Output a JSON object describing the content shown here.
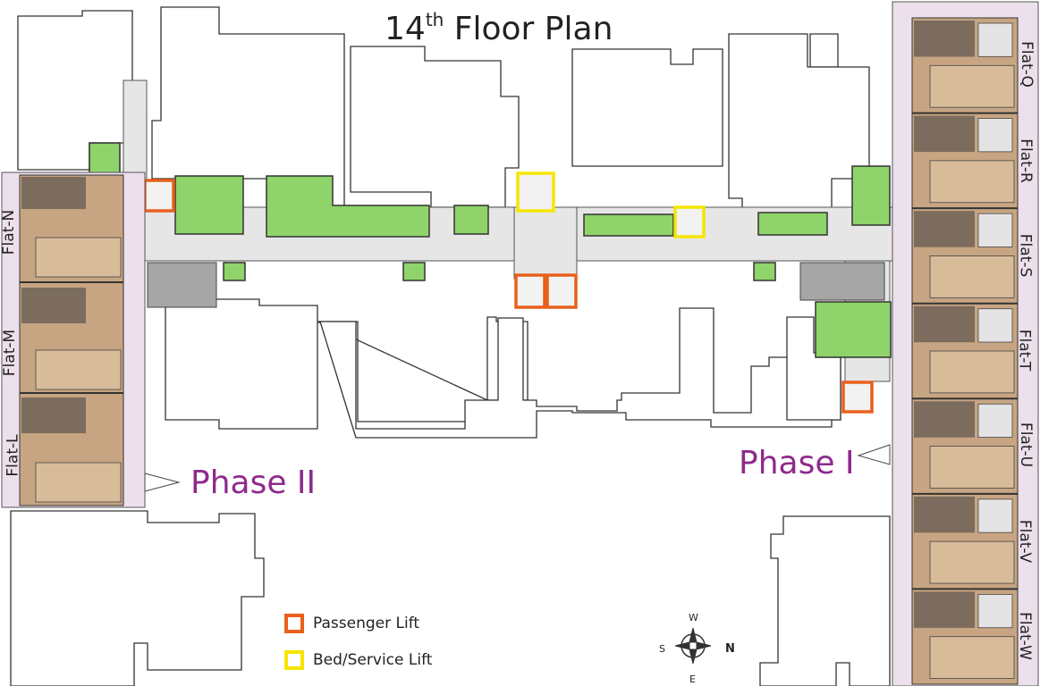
{
  "title": {
    "main": "14",
    "sup": "th",
    "rest": " Floor Plan"
  },
  "phases": {
    "phase1": "Phase I",
    "phase2": "Phase II"
  },
  "flats_left": [
    "Flat-N",
    "Flat-M",
    "Flat-L"
  ],
  "flats_right": [
    "Flat-Q",
    "Flat-R",
    "Flat-S",
    "Flat-T",
    "Flat-U",
    "Flat-V",
    "Flat-W"
  ],
  "legend": [
    {
      "label": "Passenger Lift",
      "color": "#e8601c"
    },
    {
      "label": "Bed/Service Lift",
      "color": "#f5e600"
    }
  ],
  "compass": {
    "w": "W",
    "e": "E",
    "s": "S",
    "n": "N"
  },
  "colors": {
    "corridor": "#e8e8e8",
    "green": "#8fd36b",
    "flat_band": "#ece0ec",
    "flat_interior": "#c7a582",
    "dark_room": "#7a6a5c",
    "stair": "#a8a8a8",
    "phase": "#8e2a8c"
  }
}
